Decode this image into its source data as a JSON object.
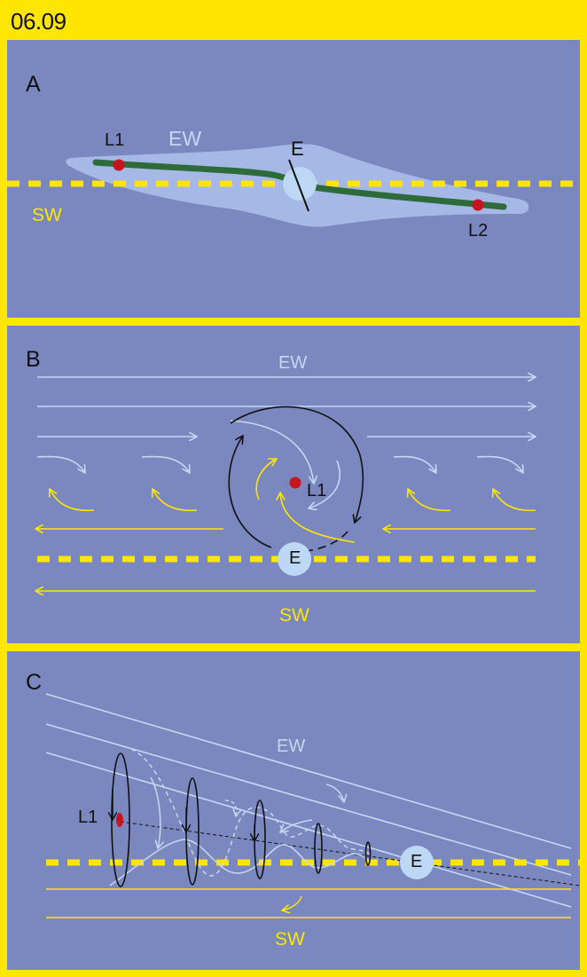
{
  "figure_id": "06.09",
  "colors": {
    "frame": "#FFE600",
    "panel": "#7B87BF",
    "easterly_flow": "#C3D9F2",
    "southwesterly_flow": "#FFE600",
    "trough_line": "#2D6B3A",
    "low_center": "#C8141E",
    "envelope": "#A6B8E6"
  },
  "panels": {
    "a": {
      "letter": "A",
      "labels": {
        "ew": "EW",
        "sw": "SW",
        "e": "E",
        "l1": "L1",
        "l2": "L2"
      }
    },
    "b": {
      "letter": "B",
      "labels": {
        "ew": "EW",
        "sw": "SW",
        "e": "E",
        "l1": "L1"
      }
    },
    "c": {
      "letter": "C",
      "labels": {
        "ew": "EW",
        "sw": "SW",
        "e": "E",
        "l1": "L1"
      }
    }
  }
}
